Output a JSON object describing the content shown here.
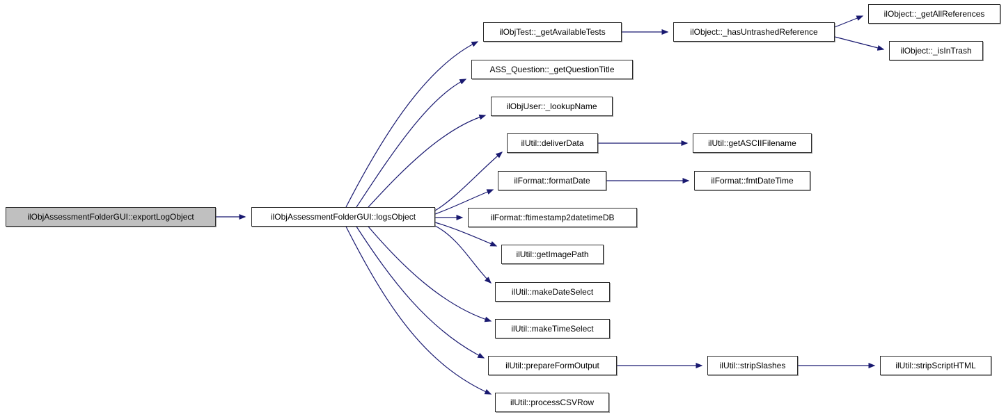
{
  "graph": {
    "nodes": [
      {
        "id": "exportLogObject",
        "label": "ilObjAssessmentFolderGUI::exportLogObject",
        "highlighted": true
      },
      {
        "id": "logsObject",
        "label": "ilObjAssessmentFolderGUI::logsObject",
        "highlighted": false
      },
      {
        "id": "getAvailableTests",
        "label": "ilObjTest::_getAvailableTests",
        "highlighted": false
      },
      {
        "id": "getQuestionTitle",
        "label": "ASS_Question::_getQuestionTitle",
        "highlighted": false
      },
      {
        "id": "lookupName",
        "label": "ilObjUser::_lookupName",
        "highlighted": false
      },
      {
        "id": "deliverData",
        "label": "ilUtil::deliverData",
        "highlighted": false
      },
      {
        "id": "formatDate",
        "label": "ilFormat::formatDate",
        "highlighted": false
      },
      {
        "id": "ftimestamp2datetimeDB",
        "label": "ilFormat::ftimestamp2datetimeDB",
        "highlighted": false
      },
      {
        "id": "getImagePath",
        "label": "ilUtil::getImagePath",
        "highlighted": false
      },
      {
        "id": "makeDateSelect",
        "label": "ilUtil::makeDateSelect",
        "highlighted": false
      },
      {
        "id": "makeTimeSelect",
        "label": "ilUtil::makeTimeSelect",
        "highlighted": false
      },
      {
        "id": "prepareFormOutput",
        "label": "ilUtil::prepareFormOutput",
        "highlighted": false
      },
      {
        "id": "processCSVRow",
        "label": "ilUtil::processCSVRow",
        "highlighted": false
      },
      {
        "id": "hasUntrashedReference",
        "label": "ilObject::_hasUntrashedReference",
        "highlighted": false
      },
      {
        "id": "getASCIIFilename",
        "label": "ilUtil::getASCIIFilename",
        "highlighted": false
      },
      {
        "id": "fmtDateTime",
        "label": "ilFormat::fmtDateTime",
        "highlighted": false
      },
      {
        "id": "stripSlashes",
        "label": "ilUtil::stripSlashes",
        "highlighted": false
      },
      {
        "id": "getAllReferences",
        "label": "ilObject::_getAllReferences",
        "highlighted": false
      },
      {
        "id": "isInTrash",
        "label": "ilObject::_isInTrash",
        "highlighted": false
      },
      {
        "id": "stripScriptHTML",
        "label": "ilUtil::stripScriptHTML",
        "highlighted": false
      }
    ],
    "edges": [
      {
        "from": "exportLogObject",
        "to": "logsObject"
      },
      {
        "from": "logsObject",
        "to": "getAvailableTests"
      },
      {
        "from": "logsObject",
        "to": "getQuestionTitle"
      },
      {
        "from": "logsObject",
        "to": "lookupName"
      },
      {
        "from": "logsObject",
        "to": "deliverData"
      },
      {
        "from": "logsObject",
        "to": "formatDate"
      },
      {
        "from": "logsObject",
        "to": "ftimestamp2datetimeDB"
      },
      {
        "from": "logsObject",
        "to": "getImagePath"
      },
      {
        "from": "logsObject",
        "to": "makeDateSelect"
      },
      {
        "from": "logsObject",
        "to": "makeTimeSelect"
      },
      {
        "from": "logsObject",
        "to": "prepareFormOutput"
      },
      {
        "from": "logsObject",
        "to": "processCSVRow"
      },
      {
        "from": "getAvailableTests",
        "to": "hasUntrashedReference"
      },
      {
        "from": "hasUntrashedReference",
        "to": "getAllReferences"
      },
      {
        "from": "hasUntrashedReference",
        "to": "isInTrash"
      },
      {
        "from": "deliverData",
        "to": "getASCIIFilename"
      },
      {
        "from": "formatDate",
        "to": "fmtDateTime"
      },
      {
        "from": "prepareFormOutput",
        "to": "stripSlashes"
      },
      {
        "from": "stripSlashes",
        "to": "stripScriptHTML"
      }
    ]
  },
  "colors": {
    "edge": "#191970",
    "node_fill": "#ffffff",
    "node_border": "#2b2b2b",
    "highlight_fill": "#c0c0c0",
    "text": "#000000",
    "background": "#ffffff"
  }
}
